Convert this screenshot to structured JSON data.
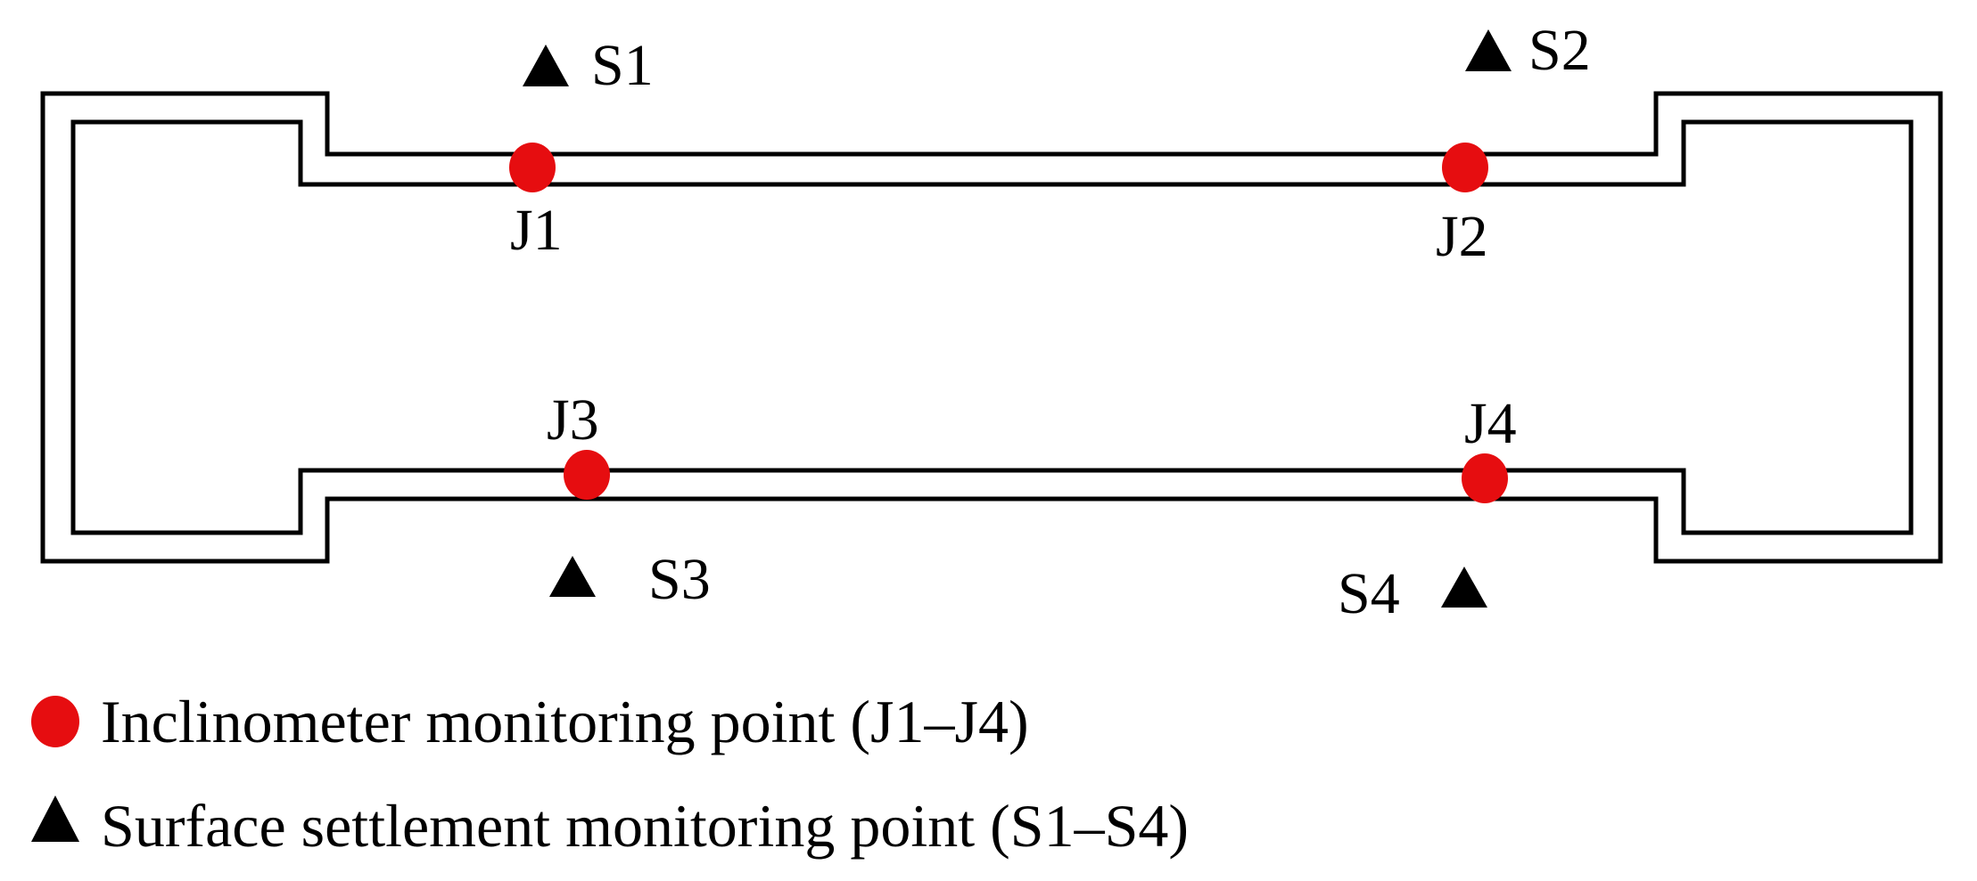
{
  "colors": {
    "inclinometer_red": "#e60d10",
    "line_black": "#000000",
    "background": "#ffffff"
  },
  "plan": {
    "inclinometer_points": [
      {
        "id": "J1"
      },
      {
        "id": "J2"
      },
      {
        "id": "J3"
      },
      {
        "id": "J4"
      }
    ],
    "settlement_points": [
      {
        "id": "S1"
      },
      {
        "id": "S2"
      },
      {
        "id": "S3"
      },
      {
        "id": "S4"
      }
    ]
  },
  "legend": {
    "items": [
      {
        "icon": "inclinometer-dot-icon",
        "label": "Inclinometer monitoring point (J1–J4)"
      },
      {
        "icon": "settlement-triangle-icon",
        "label": "Surface settlement monitoring point (S1–S4)"
      }
    ]
  }
}
